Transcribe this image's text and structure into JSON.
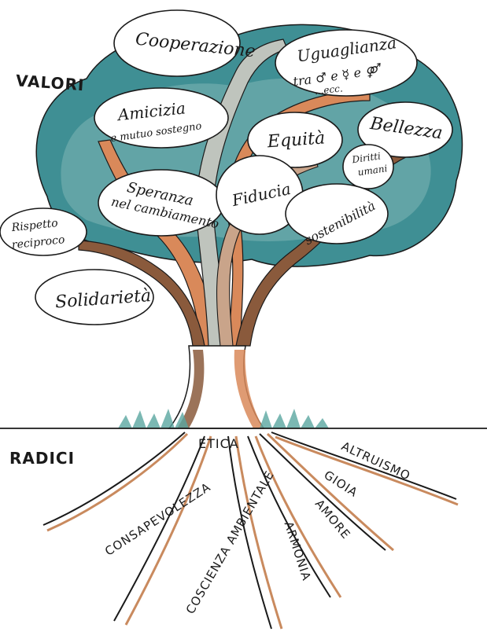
{
  "labels": {
    "valori": "VALORI",
    "radici": "RADICI"
  },
  "values": {
    "cooperazione": "Cooperazione",
    "uguaglianza_1": "Uguaglianza",
    "uguaglianza_2": "tra ♂ e ☿ e ⚤",
    "uguaglianza_3": "...ecc.",
    "amicizia_1": "Amicizia",
    "amicizia_2": "e mutuo sostegno",
    "bellezza": "Bellezza",
    "equita": "Equità",
    "diritti_1": "Diritti",
    "diritti_2": "umani",
    "speranza_1": "Speranza",
    "speranza_2": "nel cambiamento",
    "fiducia": "Fiducia",
    "sostenibilita": "sostenibilità",
    "rispetto_1": "Rispetto",
    "rispetto_2": "reciproco",
    "solidarieta": "Solidarietà"
  },
  "roots": {
    "etica": "ETICA",
    "consapevolezza": "CONSAPEVOLEZZA",
    "coscienza": "COSCIENZA AMBIENTALE",
    "armonia": "ARMONIA",
    "amore": "AMORE",
    "gioia": "GIOIA",
    "altruismo": "ALTRUISMO"
  },
  "colors": {
    "canopy": "#3f8f94",
    "canopy_light": "#7fb6b5",
    "branch_orange": "#d9895a",
    "branch_brown": "#8a5a3c",
    "branch_grey": "#bfc4bd",
    "grass": "#5aa6a0"
  }
}
